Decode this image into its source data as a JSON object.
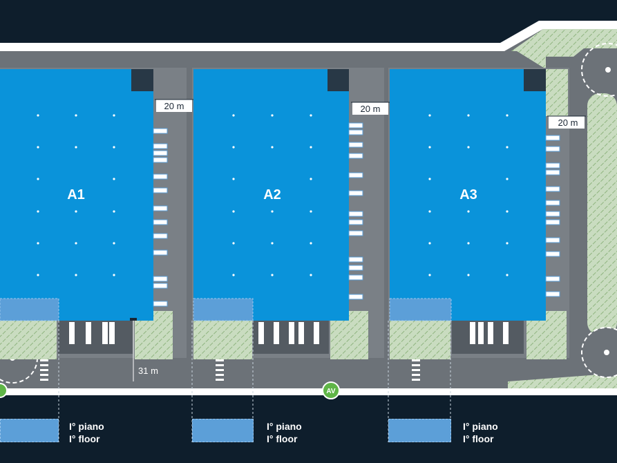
{
  "buildings": [
    {
      "id": "A1",
      "label": "A1"
    },
    {
      "id": "A2",
      "label": "A2"
    },
    {
      "id": "A3",
      "label": "A3"
    }
  ],
  "dimensions": {
    "gap_a1_a2": "20 m",
    "gap_a2_a3": "20 m",
    "gap_a3_side": "20 m",
    "front_a1": "31 m"
  },
  "access_badge": "AV",
  "legend": {
    "floor_it": "I° piano",
    "floor_en": "I° floor"
  },
  "colors": {
    "background": "#0e1e2c",
    "road": "#6c7278",
    "building": "#0a93da",
    "green": "#c9dcc0",
    "floor": "#5c9fd8",
    "access": "#5fb547"
  }
}
